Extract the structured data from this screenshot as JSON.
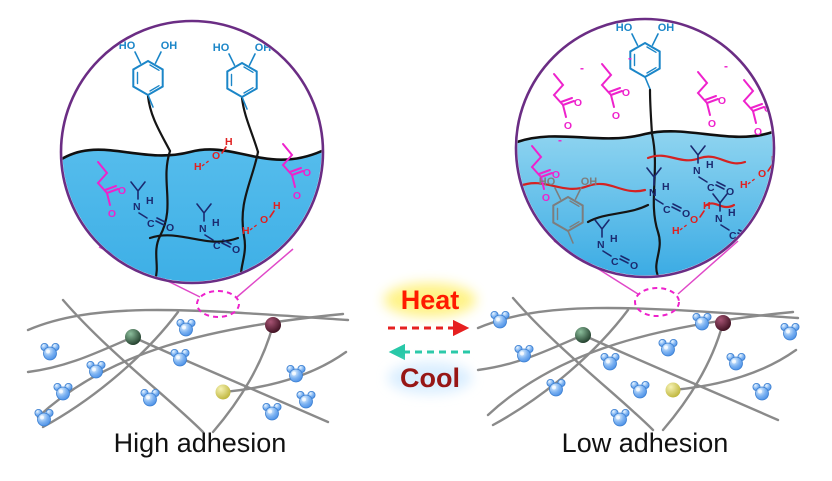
{
  "captions": {
    "left": "High adhesion",
    "right": "Low adhesion"
  },
  "arrows": {
    "heat_label": "Heat",
    "cool_label": "Cool"
  },
  "chem": {
    "ho": "HO",
    "oh": "OH",
    "o": "O",
    "n": "N",
    "h": "H",
    "c": "C",
    "minus": "-"
  },
  "colors": {
    "water_blue": "#45b4e8",
    "magenta_carboxylate": "#ee22cc",
    "teal_catechol": "#1b86c8",
    "navy_amide": "#1b2a70",
    "red_hydrogen_bond": "#e02020",
    "heat_red": "#ff1a00",
    "cool_dark_red": "#971616",
    "cool_arrow_teal": "#28c8a8",
    "circle_outline_purple": "#6b2d84",
    "network_gray": "#8a8a8a",
    "node_green": "#2c4a38",
    "node_maroon": "#5c1e32",
    "node_yellow": "#d8d063"
  }
}
